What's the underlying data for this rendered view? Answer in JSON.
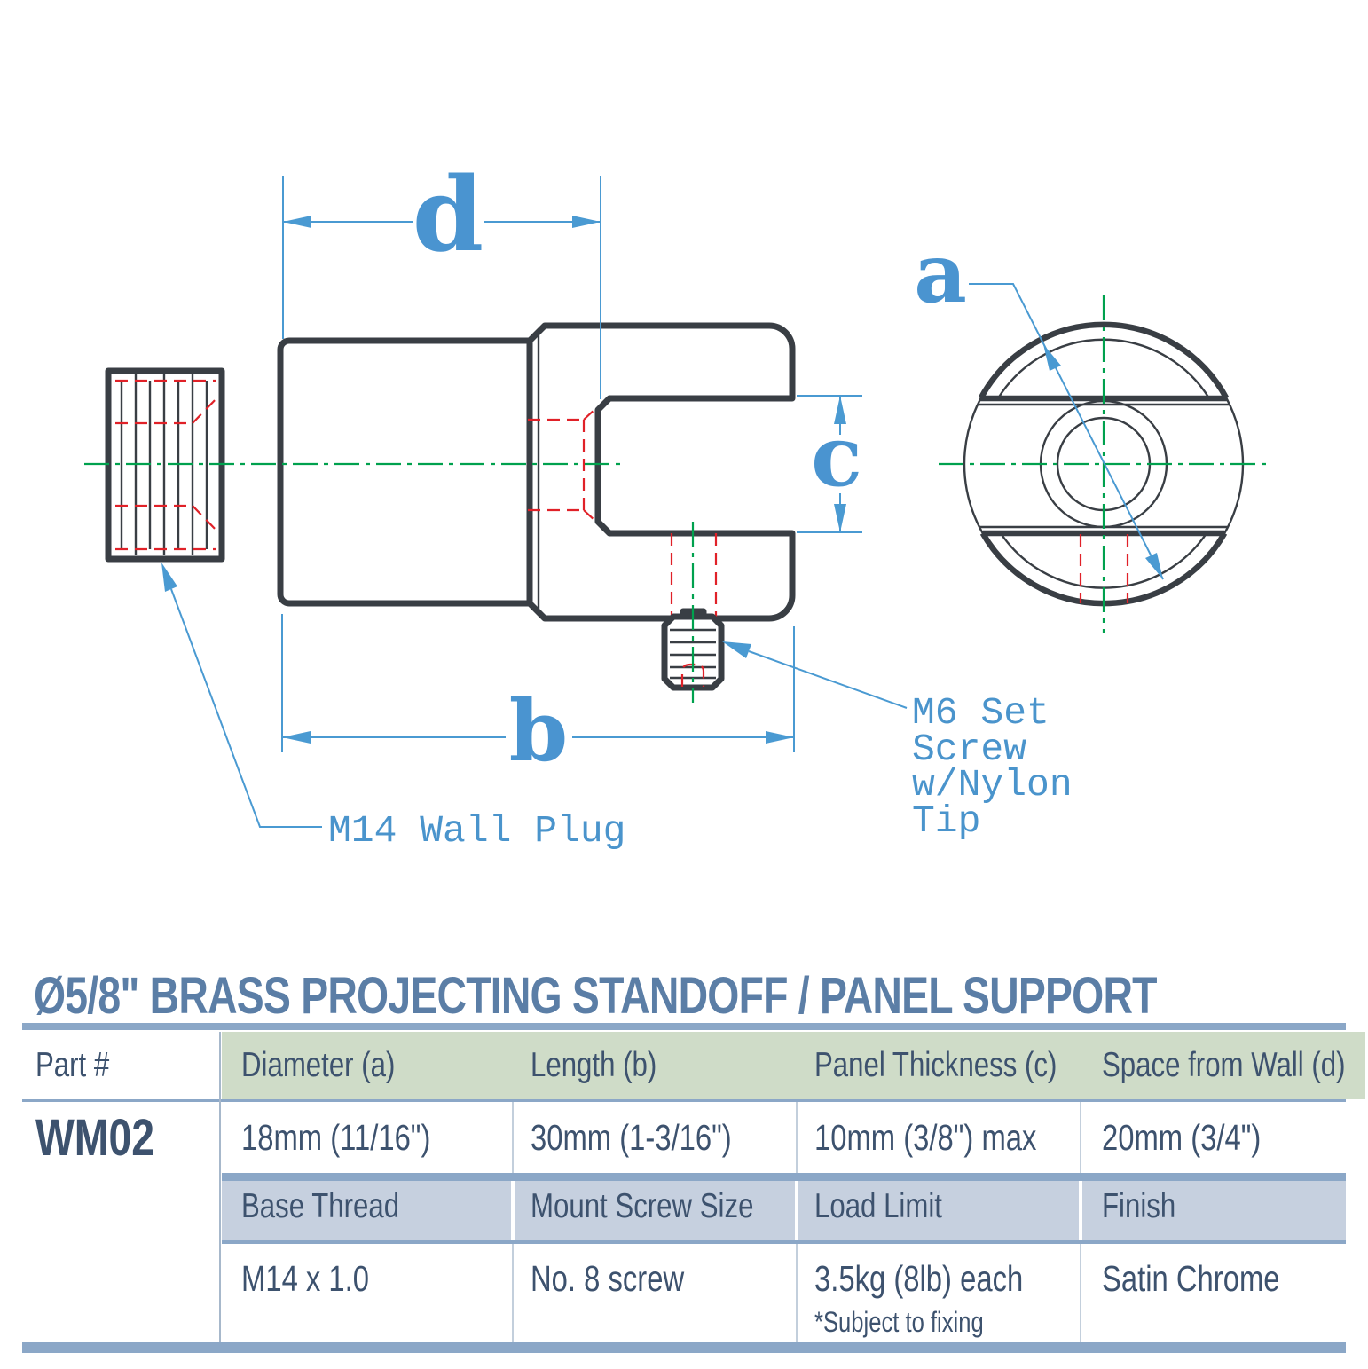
{
  "palette": {
    "line_dark": "#393e44",
    "hidden_red": "#e02128",
    "centerline_green": "#00a14e",
    "dimension_blue": "#4a9ad2",
    "label_blue": "#4a94cc",
    "title_blue": "#5b7ea6",
    "table_text": "#3d526e",
    "header_green_bg": "#cfdcc8",
    "header_blue_bg": "#c6d0df",
    "bar_blue": "#8ba7c7"
  },
  "drawing": {
    "dims": {
      "a": "a",
      "b": "b",
      "c": "c",
      "d": "d"
    },
    "callouts": {
      "wall_plug": "M14 Wall Plug",
      "set_screw_line1": "M6 Set",
      "set_screw_line2": "Screw",
      "set_screw_line3": "w/Nylon",
      "set_screw_line4": "Tip"
    }
  },
  "title": "Ø5/8\" BRASS PROJECTING STANDOFF / PANEL SUPPORT",
  "table": {
    "header_row1": [
      "Part #",
      "Diameter (a)",
      "Length (b)",
      "Panel Thickness (c)",
      "Space from Wall (d)"
    ],
    "part_number": "WM02",
    "data_row1": [
      "18mm (11/16\")",
      "30mm (1-3/16\")",
      "10mm (3/8\") max",
      "20mm (3/4\")"
    ],
    "header_row2": [
      "Base Thread",
      "Mount Screw Size",
      "Load Limit",
      "Finish"
    ],
    "data_row2": [
      "M14 x 1.0",
      "No. 8 screw",
      "3.5kg (8lb) each",
      "Satin Chrome"
    ],
    "load_note": "*Subject to fixing"
  }
}
